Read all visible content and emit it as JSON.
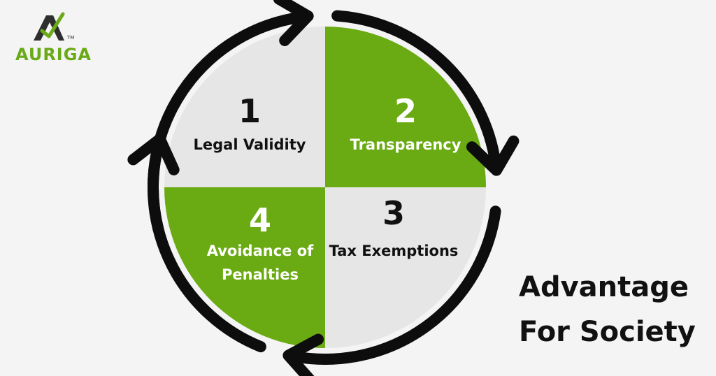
{
  "logo": {
    "brand": "AURIGA",
    "trademark": "TM"
  },
  "title": {
    "line1": "Advantage",
    "line2": "For Society"
  },
  "cycle": {
    "items": [
      {
        "number": "1",
        "label_lines": [
          "Legal Validity"
        ],
        "fill": "#e6e6e6",
        "text_color": "#111111"
      },
      {
        "number": "2",
        "label_lines": [
          "Transparency"
        ],
        "fill": "#6aaa12",
        "text_color": "#ffffff"
      },
      {
        "number": "3",
        "label_lines": [
          "Tax Exemptions"
        ],
        "fill": "#e6e6e6",
        "text_color": "#111111"
      },
      {
        "number": "4",
        "label_lines": [
          "Avoidance of",
          "Penalties"
        ],
        "fill": "#6aaa12",
        "text_color": "#ffffff"
      }
    ],
    "arrow_color": "#0d0d0d"
  },
  "colors": {
    "background": "#f4f4f4",
    "accent_green": "#6aaa12",
    "logo_dark": "#2e2e2e"
  }
}
